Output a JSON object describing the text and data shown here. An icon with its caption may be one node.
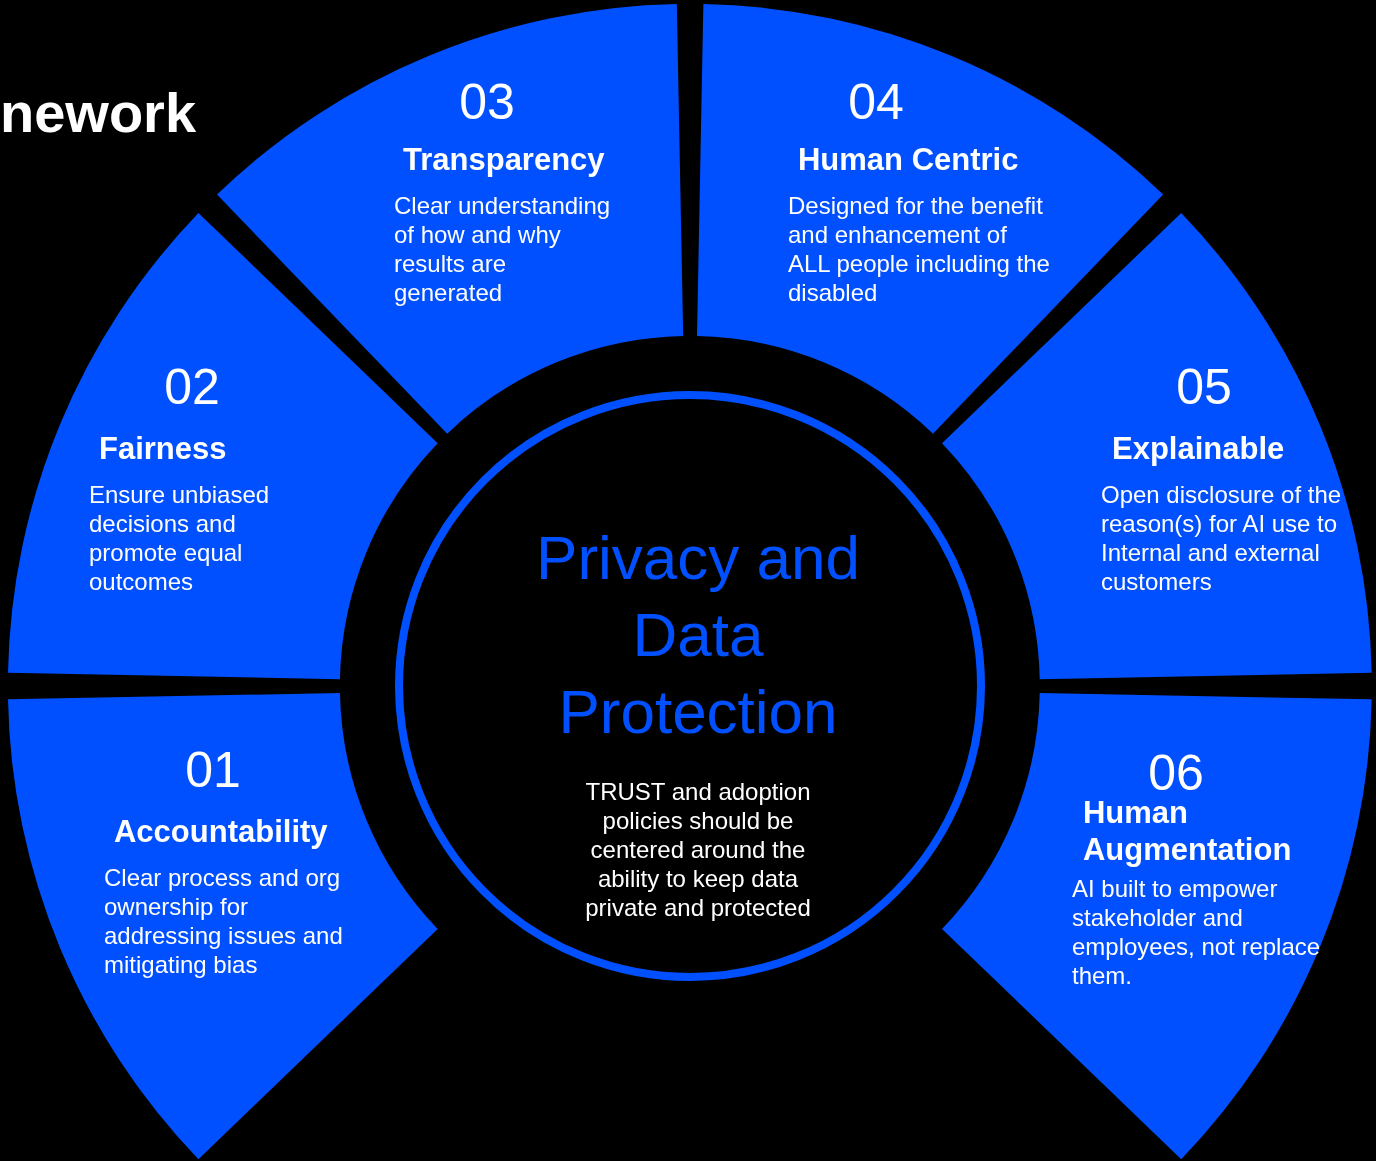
{
  "diagram": {
    "title": "nework",
    "nodes": [
      {
        "text": [
          "01",
          "Accountability",
          "Clear process and org ownership for addressing issues and mitigating bias"
        ]
      },
      {
        "text": [
          "02",
          "Fairness",
          "Ensure unbiased decisions and promote equal outcomes"
        ]
      },
      {
        "text": [
          "03",
          "Transparency",
          "Clear understanding of how and why results are generated"
        ]
      },
      {
        "text": [
          "04",
          "Human Centric",
          "Designed for the benefit and enhancement of ALL people including the disabled"
        ]
      },
      {
        "text": [
          "05",
          "Explainable",
          "Open disclosure of the reason(s) for AI use to Internal and external customers"
        ]
      },
      {
        "text": [
          "06",
          "Human Augmentation",
          "AI built to empower stakeholder and employees, not replace them."
        ]
      },
      {
        "text": [
          "Privacy and Data Protection",
          "TRUST and adoption policies should be centered around the ability to keep data private and protected"
        ]
      }
    ],
    "edges": []
  }
}
